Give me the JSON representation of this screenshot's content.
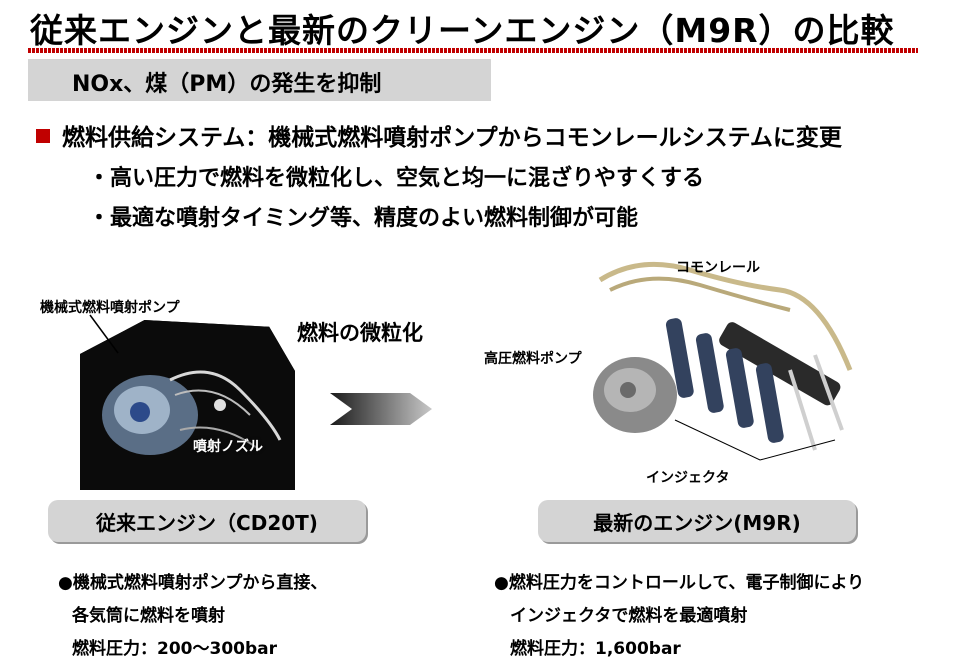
{
  "title": "従来エンジンと最新のクリーンエンジン（M9R）の比較",
  "subtitle": "NOx、煤（PM）の発生を抑制",
  "bullets": {
    "main": "燃料供給システム：機械式燃料噴射ポンプからコモンレールシステムに変更",
    "sub1": "・高い圧力で燃料を微粒化し、空気と均一に混ざりやすくする",
    "sub2": "・最適な噴射タイミング等、精度のよい燃料制御が可能"
  },
  "left": {
    "callout_pump": "機械式燃料噴射ポンプ",
    "callout_nozzle": "噴射ノズル",
    "engine_label": "従来エンジン（CD20T)",
    "desc_line1": "●機械式燃料噴射ポンプから直接、",
    "desc_line2": "各気筒に燃料を噴射",
    "desc_line3": "燃料圧力：200～300bar"
  },
  "center": {
    "fine_label": "燃料の微粒化"
  },
  "right": {
    "callout_rail": "コモンレール",
    "callout_pump": "高圧燃料ポンプ",
    "callout_injector": "インジェクタ",
    "engine_label": "最新のエンジン(M9R)",
    "desc_line1": "●燃料圧力をコントロールして、電子制御により",
    "desc_line2": "インジェクタで燃料を最適噴射",
    "desc_line3": "燃料圧力：1,600bar"
  },
  "colors": {
    "accent_red": "#c00000",
    "band_gray": "#d4d4d4"
  }
}
